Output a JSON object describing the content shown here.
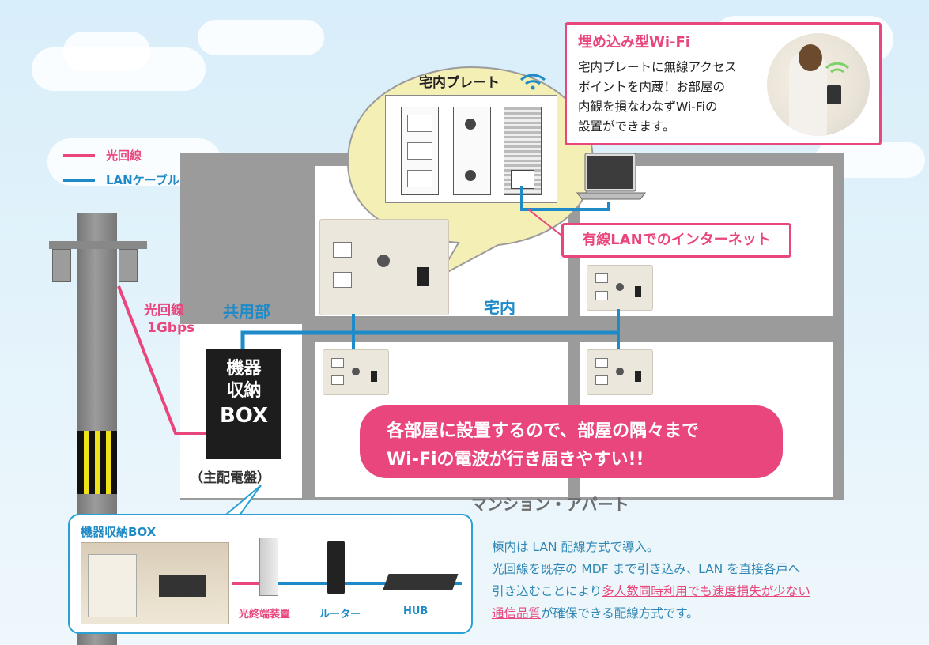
{
  "legend": {
    "optical_label": "光回線",
    "lan_label": "LANケーブル"
  },
  "pole": {
    "fiber_label": "光回線",
    "fiber_speed": "1Gbps"
  },
  "areas": {
    "common": "共用部",
    "private": "宅内",
    "building": "マンション・アパート"
  },
  "box": {
    "lines": [
      "機器",
      "収納",
      "BOX"
    ],
    "subtitle": "（主配電盤）"
  },
  "plate": {
    "title": "宅内プレート"
  },
  "wifi_callout": {
    "title": "埋め込み型Wi-Fi",
    "lines": [
      "宅内プレートに無線アクセス",
      "ポイントを内蔵！お部屋の",
      "内観を損なわなずWi-Fiの",
      "設置ができます。"
    ]
  },
  "wired_callout": {
    "text": "有線LANでのインターネット"
  },
  "banner": {
    "line1": "各部屋に設置するので、部屋の隅々まで",
    "line2": "Wi-Fiの電波が行き届きやすい!!"
  },
  "storage": {
    "title": "機器収納BOX",
    "devices": [
      "光終端装置",
      "ルーター",
      "HUB"
    ]
  },
  "description": {
    "line1": "棟内は LAN 配線方式で導入。",
    "line2": "光回線を既存の MDF まで引き込み、LAN を直接各戸へ",
    "line3a": "引き込むことにより",
    "line3b": "多人数同時利用でも速度損失が少ない",
    "line4a": "通信品質",
    "line4b": "が確保できる配線方式です。"
  },
  "colors": {
    "optical": "#e8467c",
    "lan": "#1e8bc8",
    "building": "#9b9b9b",
    "bubble": "#f4efb5"
  }
}
